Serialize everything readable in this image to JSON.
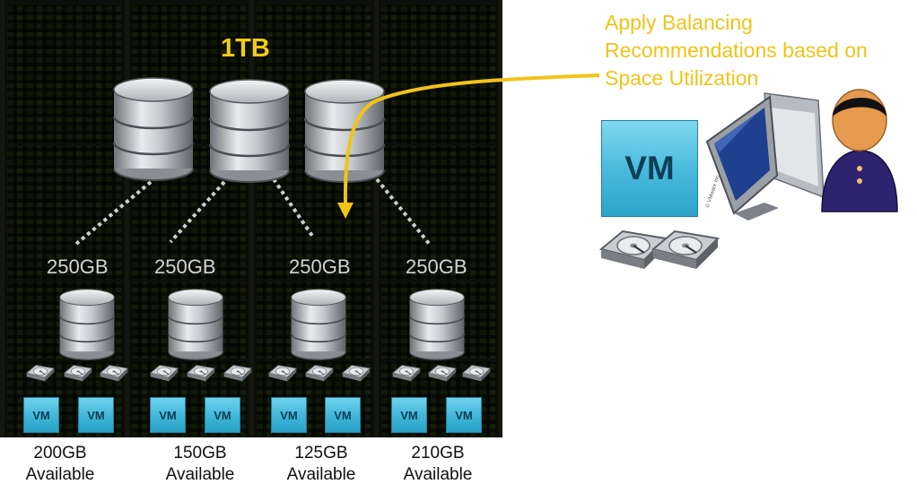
{
  "pool": {
    "capacity_label": "1TB"
  },
  "luns": [
    {
      "label": "250GB"
    },
    {
      "label": "250GB"
    },
    {
      "label": "250GB"
    },
    {
      "label": "250GB"
    }
  ],
  "datastores": [
    {
      "available_value": "200GB",
      "available_label": "Available",
      "vms": [
        "VM",
        "VM"
      ]
    },
    {
      "available_value": "150GB",
      "available_label": "Available",
      "vms": [
        "VM",
        "VM"
      ]
    },
    {
      "available_value": "125GB",
      "available_label": "Available",
      "vms": [
        "VM",
        "VM"
      ]
    },
    {
      "available_value": "210GB",
      "available_label": "Available",
      "vms": [
        "VM",
        "VM"
      ]
    }
  ],
  "callout": {
    "lines": [
      "Apply Balancing",
      "Recommendations based on",
      "Space Utilization"
    ],
    "color": "#f2c318"
  },
  "management": {
    "vm_label": "VM"
  },
  "colors": {
    "pool_title": "#f2cc14",
    "vm_tile": "#3bb3d6",
    "rack": "#2c331e"
  },
  "icons": [
    "database-icon",
    "hard-disk-icon",
    "vm-icon",
    "computer-monitor-icon",
    "administrator-icon",
    "curved-arrow-icon",
    "dotted-connector"
  ]
}
